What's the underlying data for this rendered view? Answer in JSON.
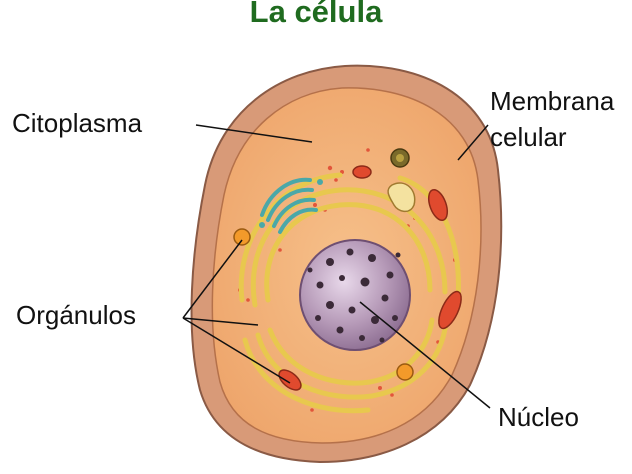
{
  "title": "La célula",
  "labels": {
    "cytoplasm": "Citoplasma",
    "membrane_line1": "Membrana",
    "membrane_line2": "celular",
    "organelles": "Orgánulos",
    "nucleus": "Núcleo"
  },
  "colors": {
    "title": "#1f6b1f",
    "membrane": "#c9886a",
    "cytoplasm": "#f2b077",
    "nucleus": "#b89ab8",
    "endoplasmic_reticulum": "#f2d86a",
    "golgi": "#5fb7b7",
    "mitochondria": "#e04a2e"
  }
}
